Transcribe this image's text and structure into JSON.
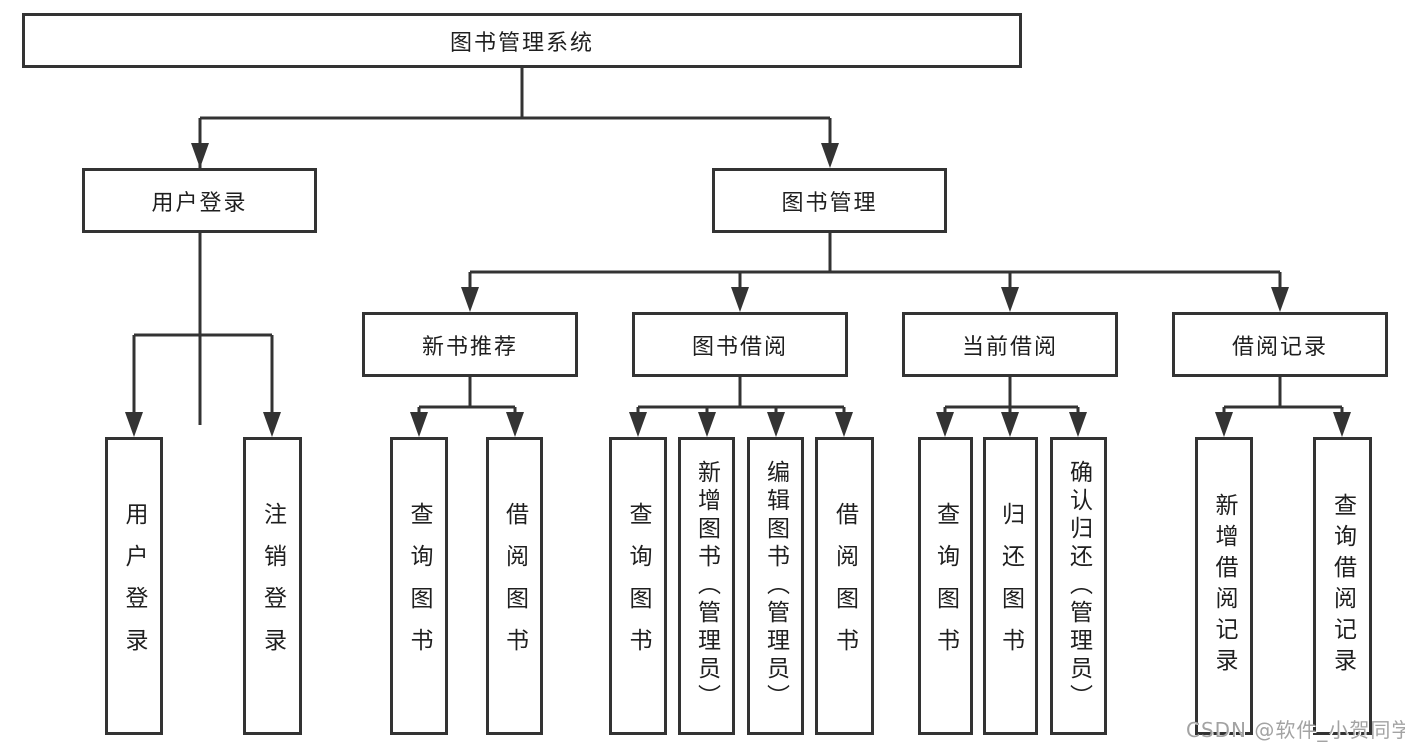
{
  "diagram_type": "hierarchy-tree",
  "colors": {
    "line": "#333333",
    "box_border": "#333333",
    "text": "#1f1f1f",
    "background": "#ffffff",
    "watermark": "#a3a3a3"
  },
  "tree": {
    "label": "图书管理系统",
    "children": [
      {
        "label": "用户登录",
        "children": [
          {
            "label": "用户登录"
          },
          {
            "label": "注销登录"
          }
        ]
      },
      {
        "label": "图书管理",
        "children": [
          {
            "label": "新书推荐",
            "children": [
              {
                "label": "查询图书"
              },
              {
                "label": "借阅图书"
              }
            ]
          },
          {
            "label": "图书借阅",
            "children": [
              {
                "label": "查询图书"
              },
              {
                "label": "新增图书（管理员）"
              },
              {
                "label": "编辑图书（管理员）"
              },
              {
                "label": "借阅图书"
              }
            ]
          },
          {
            "label": "当前借阅",
            "children": [
              {
                "label": "查询图书"
              },
              {
                "label": "归还图书"
              },
              {
                "label": "确认归还（管理员）"
              }
            ]
          },
          {
            "label": "借阅记录",
            "children": [
              {
                "label": "新增借阅记录"
              },
              {
                "label": "查询借阅记录"
              }
            ]
          }
        ]
      }
    ]
  },
  "watermark": {
    "text": "CSDN @软件_小贺同学"
  }
}
